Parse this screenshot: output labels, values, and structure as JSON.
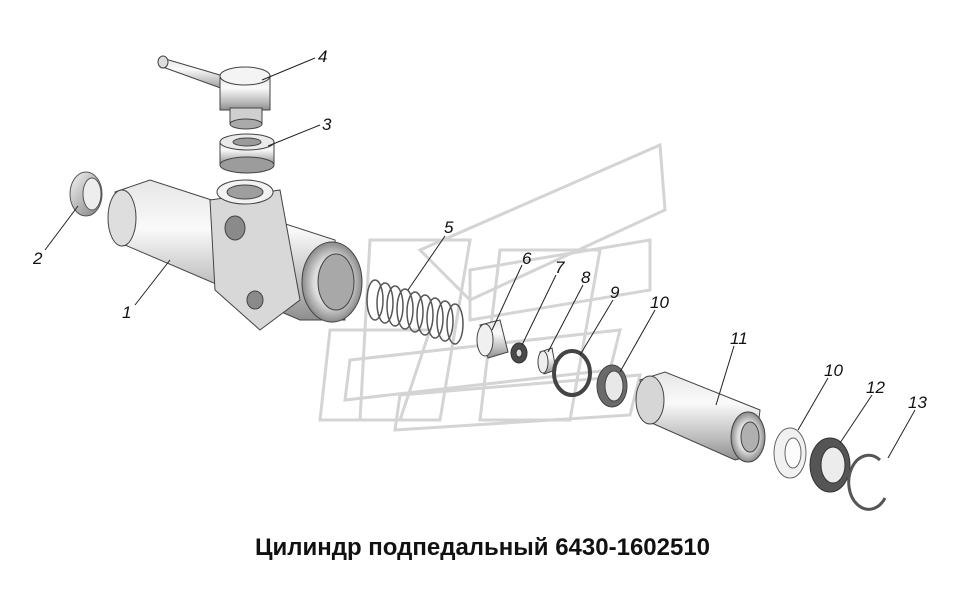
{
  "caption": "Цилиндр подпедальный 6430-1602510",
  "callouts": [
    "1",
    "2",
    "3",
    "4",
    "5",
    "6",
    "7",
    "8",
    "9",
    "10",
    "11",
    "10",
    "12",
    "13"
  ],
  "colors": {
    "part_fill_light": "#f2f2f2",
    "part_fill_mid": "#c8c8c8",
    "part_fill_dark": "#8a8a8a",
    "outline": "#444444",
    "watermark": "#d9d9d9"
  }
}
